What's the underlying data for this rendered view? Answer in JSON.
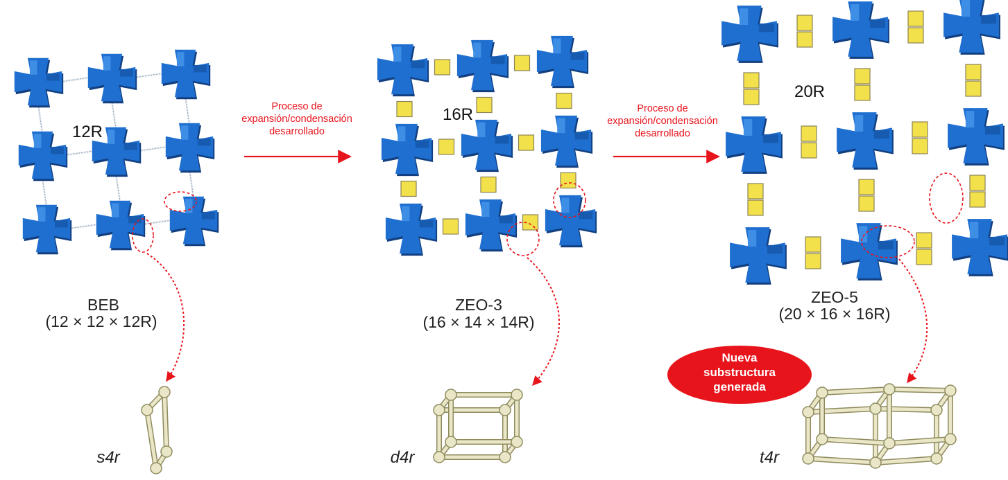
{
  "colors": {
    "tetra_blue": "#1f6fd0",
    "tetra_dark": "#123f80",
    "bridge_yellow": "#f2e14a",
    "highlight_red": "#e8141c",
    "cage_bead": "#e9e7c7",
    "cage_stroke": "#8f8b5e"
  },
  "panels": [
    {
      "pore_label": "12R",
      "name": "BEB",
      "rings": "(12 × 12 × 12R)",
      "substructure": "s4r"
    },
    {
      "pore_label": "16R",
      "name": "ZEO-3",
      "rings": "(16 × 14 × 14R)",
      "substructure": "d4r"
    },
    {
      "pore_label": "20R",
      "name": "ZEO-5",
      "rings": "(20 × 16 × 16R)",
      "substructure": "t4r"
    }
  ],
  "process_arrows": [
    {
      "lines": [
        "Proceso de",
        "expansión/condensación",
        "desarrollado"
      ]
    },
    {
      "lines": [
        "Proceso de",
        "expansión/condensación",
        "desarrollado"
      ]
    }
  ],
  "badge": {
    "lines": [
      "Nueva",
      "substructura",
      "generada"
    ]
  }
}
